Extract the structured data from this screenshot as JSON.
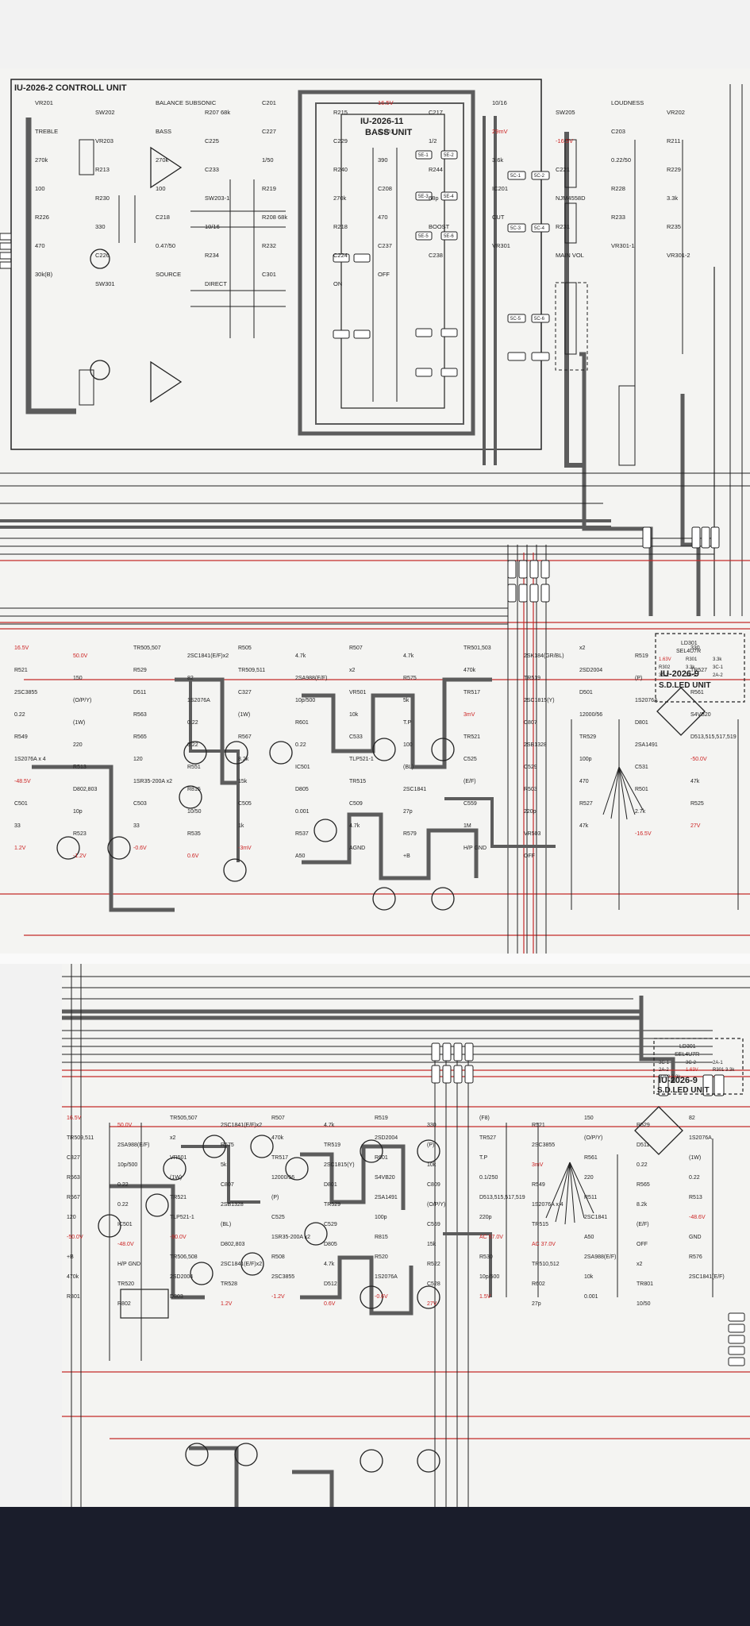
{
  "schematic_top": {
    "controll_unit_title": "IU-2026-2 CONTROLL UNIT",
    "bass_unit_title": "IU-2026-11",
    "bass_unit_subtitle": "BASS UNIT",
    "labels": [
      "VR201",
      "SW202",
      "BALANCE SUBSONIC",
      "R207 68k",
      "C201",
      "R215",
      "16.5V",
      "C217",
      "10/16",
      "SW205",
      "LOUDNESS",
      "VR202",
      "TREBLE",
      "VR203",
      "BASS",
      "C225",
      "C227",
      "C229",
      "IC201",
      "1/2",
      "29mV",
      "-16.5V",
      "C203",
      "R211",
      "270k",
      "R213",
      "270k",
      "C233",
      "1/50",
      "R240",
      "390",
      "R244",
      "3.6k",
      "C221",
      "0.22/50",
      "R229",
      "100",
      "R230",
      "100",
      "SW203-1",
      "R219",
      "270k",
      "C208",
      "68p",
      "IC201",
      "NJM4558D",
      "R228",
      "3.3k",
      "R226",
      "330",
      "C218",
      "10/16",
      "R208 68k",
      "R218",
      "470",
      "BOOST",
      "CUT",
      "R231",
      "R233",
      "R235",
      "470",
      "C226",
      "0.47/50",
      "R234",
      "R232",
      "C224",
      "C237",
      "C238",
      "VR301",
      "MAIN VOL",
      "VR301-1",
      "VR301-2",
      "30k(B)",
      "SW301",
      "SOURCE",
      "DIRECT",
      "C301",
      "ON",
      "OFF"
    ],
    "connectors": [
      "5E-1",
      "5E-2",
      "5E-3",
      "5E-4",
      "5E-5",
      "5E-6",
      "5C-1",
      "5C-2",
      "5C-3",
      "5C-4",
      "5C-5",
      "5C-6"
    ]
  },
  "schematic_power_1": {
    "labels": [
      "16.5V",
      "50.0V",
      "TR505,507",
      "2SC1841(E/F)x2",
      "R505",
      "4.7k",
      "R507",
      "4.7k",
      "TR501,503",
      "2SK184(GR/BL)",
      "x2",
      "R519",
      "330",
      "R521",
      "150",
      "R529",
      "82",
      "TR509,511",
      "2SA988(E/F)",
      "x2",
      "R575",
      "470k",
      "TR519",
      "2SD2004",
      "(P)",
      "TR527",
      "2SC3855",
      "(O/P/Y)",
      "D511",
      "1S2076A",
      "C327",
      "10p/500",
      "VR501",
      "5k",
      "TR517",
      "2SC1815(Y)",
      "D501",
      "1S2076A",
      "R561",
      "0.22",
      "(1W)",
      "R563",
      "0.22",
      "(1W)",
      "R601",
      "10k",
      "T.P",
      "3mV",
      "C807",
      "12000/56",
      "D801",
      "S4VB20",
      "R549",
      "220",
      "R565",
      "0.22",
      "R567",
      "0.22",
      "C533",
      "100",
      "TR521",
      "2SB1328",
      "TR529",
      "2SA1491",
      "D513,515,517,519",
      "1S2076A x 4",
      "R513",
      "120",
      "R551",
      "8.2k",
      "IC501",
      "TLP521-1",
      "(BL)",
      "C525",
      "C529",
      "100p",
      "C531",
      "-50.0V",
      "-48.5V",
      "D802,803",
      "1SR35-200A x2",
      "R815",
      "15k",
      "D805",
      "TR515",
      "2SC1841",
      "(E/F)",
      "R503",
      "470",
      "R501",
      "47k",
      "C501",
      "10p",
      "C503",
      "10/50",
      "C505",
      "0.001",
      "C509",
      "27p",
      "C559",
      "220p",
      "R527",
      "2.7k",
      "R525",
      "33",
      "R523",
      "33",
      "R535",
      "1k",
      "R537",
      "4.7k",
      "R579",
      "1M",
      "VR503",
      "47k",
      "-16.5V",
      "27V",
      "1.2V",
      "-1.2V",
      "-0.6V",
      "0.6V",
      "-3mV",
      "A50",
      "AGND",
      "+B",
      "H/P GND",
      "OFF"
    ]
  },
  "schematic_mid": {
    "led_unit_label": "LD301",
    "led_unit_sub": "SEL4U7R",
    "led_unit_title": "IU-2026-9",
    "led_unit_subtitle": "S.D.LED UNIT",
    "labels": [
      "1.63V",
      "R301",
      "3.3k",
      "R302",
      "3.3k",
      "3C-1",
      "3C-2",
      "2A-1",
      "2A-2"
    ]
  },
  "schematic_bottom": {
    "labels": [
      "16.5V",
      "50.0V",
      "TR505,507",
      "2SC1841(E/F)x2",
      "R507",
      "4.7k",
      "R519",
      "330",
      "(F8)",
      "R521",
      "150",
      "R529",
      "82",
      "TR509,511",
      "2SA988(E/F)",
      "x2",
      "R575",
      "470k",
      "TR519",
      "2SD2004",
      "(P)",
      "TR527",
      "2SC3855",
      "(O/P/Y)",
      "D511",
      "1S2076A",
      "C327",
      "10p/500",
      "VR501",
      "5k",
      "TR517",
      "2SC1815(Y)",
      "R601",
      "10k",
      "T.P",
      "3mV",
      "R561",
      "0.22",
      "(1W)",
      "R563",
      "0.22",
      "(1W)",
      "C807",
      "12000/56",
      "D801",
      "S4VB20",
      "C809",
      "0.1/250",
      "R549",
      "220",
      "R565",
      "0.22",
      "R567",
      "0.22",
      "TR521",
      "2SB1328",
      "(P)",
      "TR529",
      "2SA1491",
      "(O/P/Y)",
      "D513,515,517,519",
      "1S2076A x 4",
      "R511",
      "8.2k",
      "R513",
      "120",
      "IC501",
      "TLP521-1",
      "(BL)",
      "C525",
      "C529",
      "100p",
      "C559",
      "220p",
      "TR515",
      "2SC1841",
      "(E/F)",
      "-48.6V",
      "-50.0V",
      "-48.0V",
      "-90.0V",
      "D802,803",
      "1SR35-200A x2",
      "D805",
      "R815",
      "15k",
      "AC 57.0V",
      "AC 37.0V",
      "A50",
      "OFF",
      "GND",
      "+B",
      "H/P GND",
      "TR506,508",
      "2SC1841(E/F)x2",
      "R508",
      "4.7k",
      "R520",
      "R522",
      "R530",
      "TR510,512",
      "2SA988(E/F)",
      "x2",
      "R576",
      "470k",
      "TR520",
      "2SD2004",
      "TR528",
      "2SC3855",
      "D512",
      "1S2076A",
      "C528",
      "10p/500",
      "R602",
      "10k",
      "TR801",
      "2SC1841(E/F)",
      "R801",
      "R802",
      "D803",
      "1.2V",
      "-1.2V",
      "0.6V",
      "-0.6V",
      "27V",
      "1.5V",
      "27p",
      "0.001",
      "10/50"
    ],
    "led_unit_label": "LD301",
    "led_unit_sub": "SEL4U7R",
    "led_unit_title": "IU-2026-9",
    "led_unit_subtitle": "S.D.LED UNIT",
    "led_labels": [
      "3C-1",
      "3C-2",
      "2A-1",
      "2A-2",
      "1.63V",
      "R301 3.3k",
      "R302 3.3k"
    ]
  },
  "colors": {
    "ink": "#222222",
    "red_trace": "#c42a2a",
    "gray_trace": "#5c5c5c",
    "paper": "#f4f4f2",
    "bar": "#1a1d2b"
  }
}
